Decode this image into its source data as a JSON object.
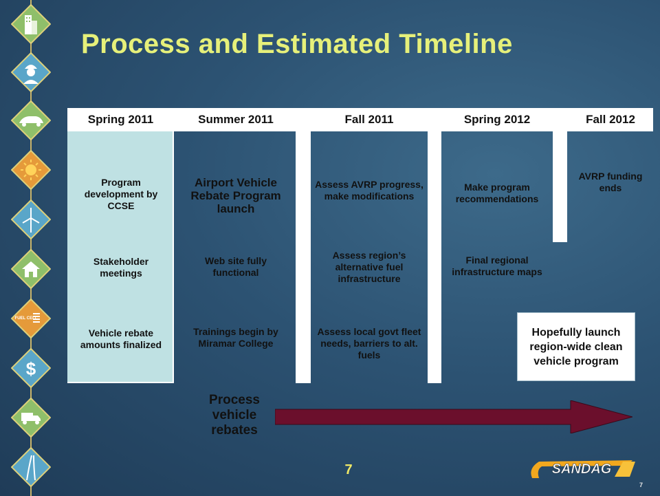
{
  "title": "Process and Estimated Timeline",
  "icons": [
    "building-icon",
    "worker-icon",
    "electric-car-icon",
    "sun-icon",
    "wind-turbine-icon",
    "house-icon",
    "fuel-cell-icon",
    "dollar-icon",
    "truck-icon",
    "road-icon"
  ],
  "icon_fuel_cell_text": "FUEL CELL",
  "columns": [
    {
      "header": "Spring 2011",
      "items": [
        "Program development by CCSE",
        "Stakeholder meetings",
        "Vehicle rebate amounts finalized"
      ]
    },
    {
      "header": "Summer 2011",
      "items": [
        "Airport Vehicle Rebate Program launch",
        "Web site fully functional",
        "Trainings begin by Miramar College"
      ]
    },
    {
      "header": "Fall 2011",
      "items": [
        "Assess AVRP progress, make modifications",
        "Assess region’s alternative fuel infrastructure",
        "Assess local govt fleet needs, barriers to alt. fuels"
      ]
    },
    {
      "header": "Spring 2012",
      "items": [
        "Make program recommendations",
        "Final regional infrastructure maps"
      ]
    },
    {
      "header": "Fall 2012",
      "items": [
        "AVRP funding ends"
      ]
    }
  ],
  "highlight_box": "Hopefully launch region-wide clean vehicle program",
  "process_label": "Process vehicle rebates",
  "page_number": "7",
  "corner_number": "7",
  "logo_text": "SANDAG",
  "colors": {
    "title": "#e6f07a",
    "spring2011_fill": "#bfe1e3",
    "arrow": "#6b0f2c",
    "page_number": "#f0e866",
    "icon_fill": "#8fbf6a",
    "icon_border": "#c9b46a"
  }
}
